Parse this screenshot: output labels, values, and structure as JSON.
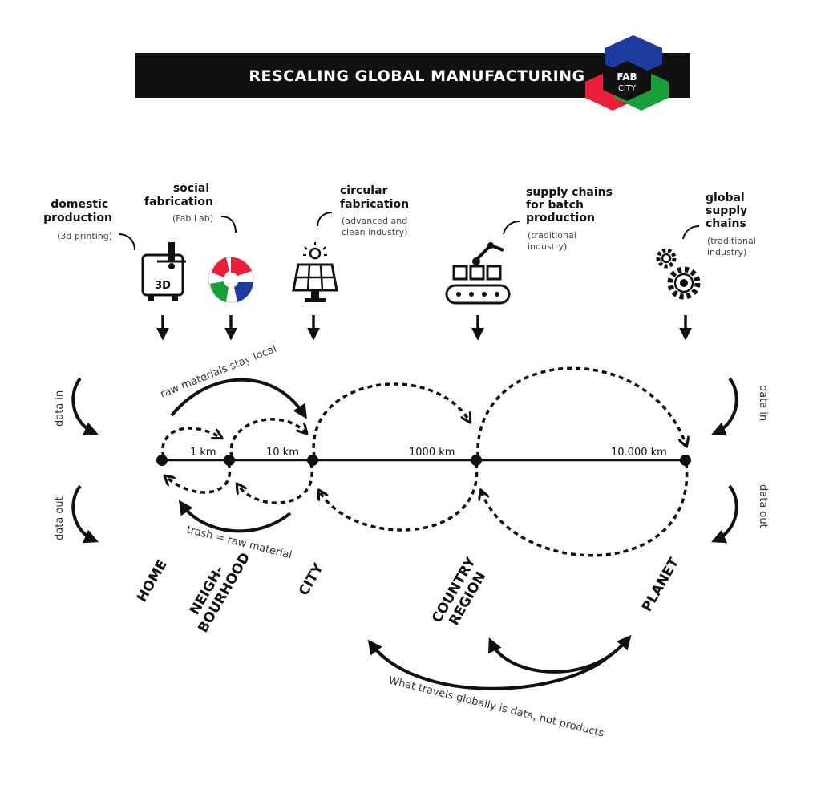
{
  "header": {
    "title": "RESCALING GLOBAL MANUFACTURING",
    "logo_line1": "FAB",
    "logo_line2": "CITY",
    "logo_colors": [
      "#1d3a9e",
      "#e8203a",
      "#1a9e3a",
      "#111111"
    ]
  },
  "production_modes": [
    {
      "title_lines": [
        "domestic",
        "production"
      ],
      "subtitle_lines": [
        "(3d printing)"
      ],
      "icon": "3d-printer-icon",
      "icon_label": "3D"
    },
    {
      "title_lines": [
        "social",
        "fabrication"
      ],
      "subtitle_lines": [
        "(Fab Lab)"
      ],
      "icon": "fab-lab-logo-icon"
    },
    {
      "title_lines": [
        "circular",
        "fabrication"
      ],
      "subtitle_lines": [
        "(advanced and",
        "clean industry)"
      ],
      "icon": "solar-panel-icon"
    },
    {
      "title_lines": [
        "supply chains",
        "for batch",
        "production"
      ],
      "subtitle_lines": [
        "(traditional",
        "industry)"
      ],
      "icon": "assembly-line-robot-icon"
    },
    {
      "title_lines": [
        "global",
        "supply",
        "chains"
      ],
      "subtitle_lines": [
        "(traditional",
        "industry)"
      ],
      "icon": "gears-icon"
    }
  ],
  "scale": {
    "distances": [
      "1 km",
      "10 km",
      "1000 km",
      "10.000 km"
    ],
    "places": [
      {
        "lines": [
          "HOME"
        ]
      },
      {
        "lines": [
          "NEIGH-",
          "BOURHOOD"
        ]
      },
      {
        "lines": [
          "CITY"
        ]
      },
      {
        "lines": [
          "COUNTRY",
          "REGION"
        ]
      },
      {
        "lines": [
          "PLANET"
        ]
      }
    ]
  },
  "flows": {
    "data_in": "data in",
    "data_out": "data out",
    "raw_materials": "raw materials stay local",
    "trash": "trash = raw material",
    "global_note": "What travels globally is data, not products"
  }
}
